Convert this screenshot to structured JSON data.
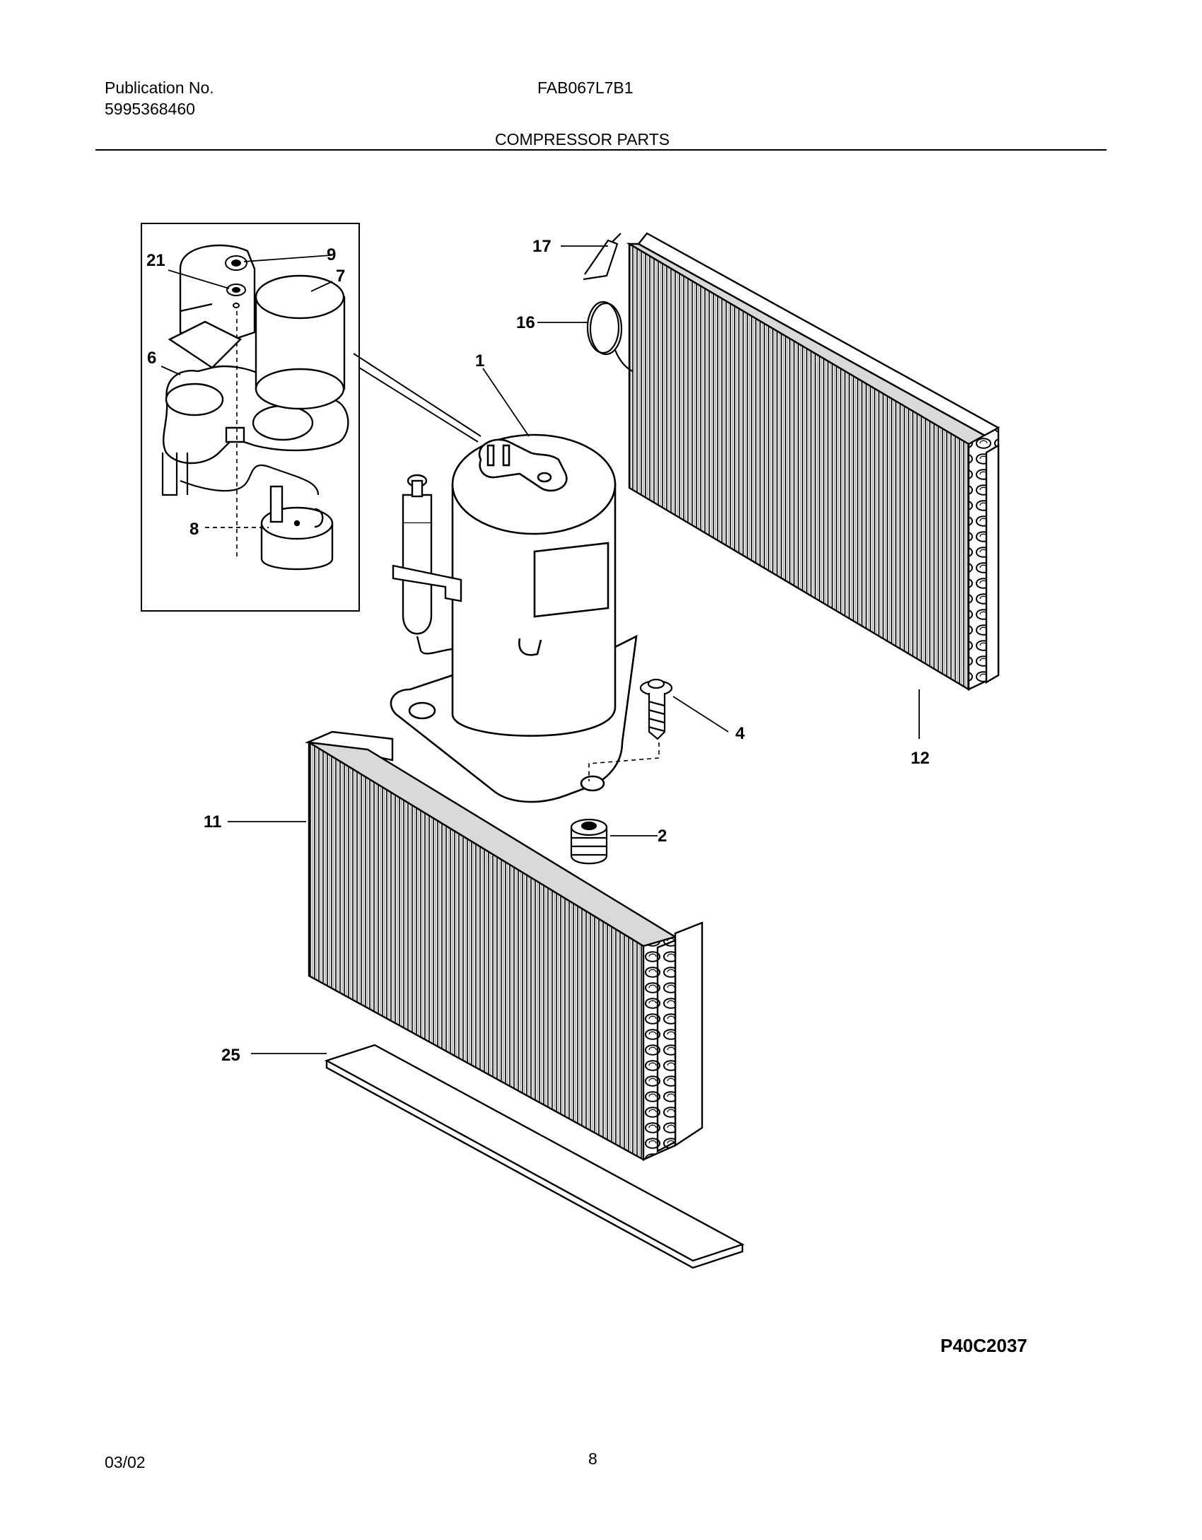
{
  "header": {
    "publication_label": "Publication No.",
    "publication_number": "5995368460",
    "model": "FAB067L7B1",
    "section_title": "COMPRESSOR PARTS"
  },
  "callouts": {
    "c1": "1",
    "c2": "2",
    "c4": "4",
    "c6": "6",
    "c7": "7",
    "c8": "8",
    "c9": "9",
    "c11": "11",
    "c12": "12",
    "c16": "16",
    "c17": "17",
    "c21": "21",
    "c25": "25"
  },
  "diagram_code": "P40C2037",
  "footer": {
    "date": "03/02",
    "page_number": "8"
  }
}
